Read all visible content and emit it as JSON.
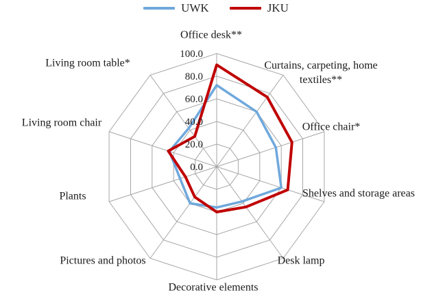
{
  "chart_data": {
    "type": "radar",
    "title": "",
    "categories": [
      "Office desk**",
      "Curtains, carpeting, home textiles**",
      "Office chair*",
      "Shelves and storage areas",
      "Desk lamp",
      "Decorative elements",
      "Pictures and photos",
      "Plants",
      "Living room chair",
      "Living room table*"
    ],
    "series": [
      {
        "name": "UWK",
        "color": "#6FA8DC",
        "values": [
          72,
          60,
          55,
          60,
          38,
          36,
          40,
          34,
          44,
          42
        ]
      },
      {
        "name": "JKU",
        "color": "#C00000",
        "values": [
          90,
          76,
          70,
          66,
          44,
          40,
          33,
          29,
          45,
          33
        ]
      }
    ],
    "ticks": [
      0,
      20,
      40,
      60,
      80,
      100
    ],
    "tick_labels": [
      "0.0",
      "20.0",
      "40.0",
      "60.0",
      "80.0",
      "100.0"
    ],
    "rlim": [
      0,
      100
    ],
    "grid": true,
    "grid_color": "#A6A6A6",
    "legend_position": "top"
  }
}
